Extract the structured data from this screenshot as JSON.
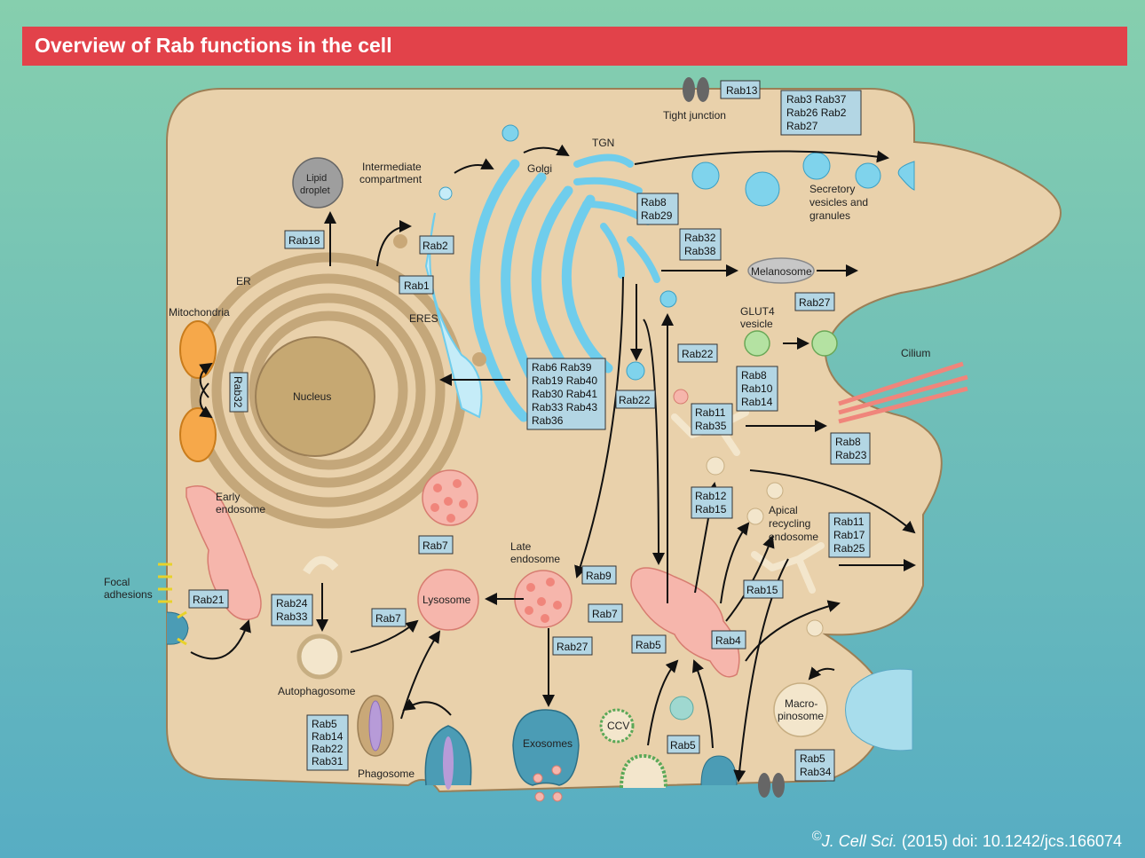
{
  "title": "Overview of Rab functions in the cell",
  "credit": {
    "prefix": "©",
    "journal": "J. Cell Sci.",
    "rest": " (2015) doi: 10.1242/jcs.166074"
  },
  "colors": {
    "title_bar": "#e2424a",
    "cell": "#e9d1ab",
    "golgi": "#7fd3ec",
    "label_box": "#b3d6e4",
    "background_top": "#86cfae",
    "background_bottom": "#57adc3"
  },
  "labels": {
    "tight_junction": "Tight junction",
    "lipid_droplet": [
      "Lipid",
      "droplet"
    ],
    "intermediate_compartment": [
      "Intermediate",
      "compartment"
    ],
    "golgi": "Golgi",
    "tgn": "TGN",
    "secretory": [
      "Secretory",
      "vesicles and",
      "granules"
    ],
    "er": "ER",
    "mitochondria": "Mitochondria",
    "eres": "ERES",
    "nucleus": "Nucleus",
    "melanosome": "Melanosome",
    "glut4": [
      "GLUT4",
      "vesicle"
    ],
    "cilium": "Cilium",
    "early_endosome": [
      "Early",
      "endosome"
    ],
    "late_endosome": [
      "Late",
      "endosome"
    ],
    "lysosome": "Lysosome",
    "apical_recycling": [
      "Apical",
      "recycling",
      "endosome"
    ],
    "focal_adhesions": [
      "Focal",
      "adhesions"
    ],
    "autophagosome": "Autophagosome",
    "phagosome": "Phagosome",
    "exosomes": "Exosomes",
    "ccv": "CCV",
    "macropinosome": [
      "Macro-",
      "pinosome"
    ]
  },
  "rab_boxes": {
    "rab13": [
      "Rab13"
    ],
    "secretory": [
      "Rab3    Rab37",
      "Rab26  Rab2",
      "Rab27"
    ],
    "rab18": [
      "Rab18"
    ],
    "rab2": [
      "Rab2"
    ],
    "rab1": [
      "Rab1"
    ],
    "rab8_29": [
      "Rab8",
      "Rab29"
    ],
    "rab32_38": [
      "Rab32",
      "Rab38"
    ],
    "rab27_mel": [
      "Rab27"
    ],
    "rab32_mito": [
      "Rab32"
    ],
    "golgi_group": [
      "Rab6    Rab39",
      "Rab19  Rab40",
      "Rab30  Rab41",
      "Rab33  Rab43",
      "Rab36"
    ],
    "rab22_up": [
      "Rab22"
    ],
    "rab22_down": [
      "Rab22"
    ],
    "glut4": [
      "Rab8",
      "Rab10",
      "Rab14"
    ],
    "rab11_35": [
      "Rab11",
      "Rab35"
    ],
    "rab8_23": [
      "Rab8",
      "Rab23"
    ],
    "rab12_15": [
      "Rab12",
      "Rab15"
    ],
    "rab11_17_25": [
      "Rab11",
      "Rab17",
      "Rab25"
    ],
    "rab15": [
      "Rab15"
    ],
    "rab7_upper": [
      "Rab7"
    ],
    "rab9": [
      "Rab9"
    ],
    "rab7_late": [
      "Rab7"
    ],
    "rab27_late": [
      "Rab27"
    ],
    "rab21": [
      "Rab21"
    ],
    "rab24_33": [
      "Rab24",
      "Rab33"
    ],
    "rab7_auto": [
      "Rab7"
    ],
    "rab5_early": [
      "Rab5"
    ],
    "rab4": [
      "Rab4"
    ],
    "rab5_ccv": [
      "Rab5"
    ],
    "phago": [
      "Rab5",
      "Rab14",
      "Rab22",
      "Rab31"
    ],
    "macro": [
      "Rab5",
      "Rab34"
    ]
  }
}
